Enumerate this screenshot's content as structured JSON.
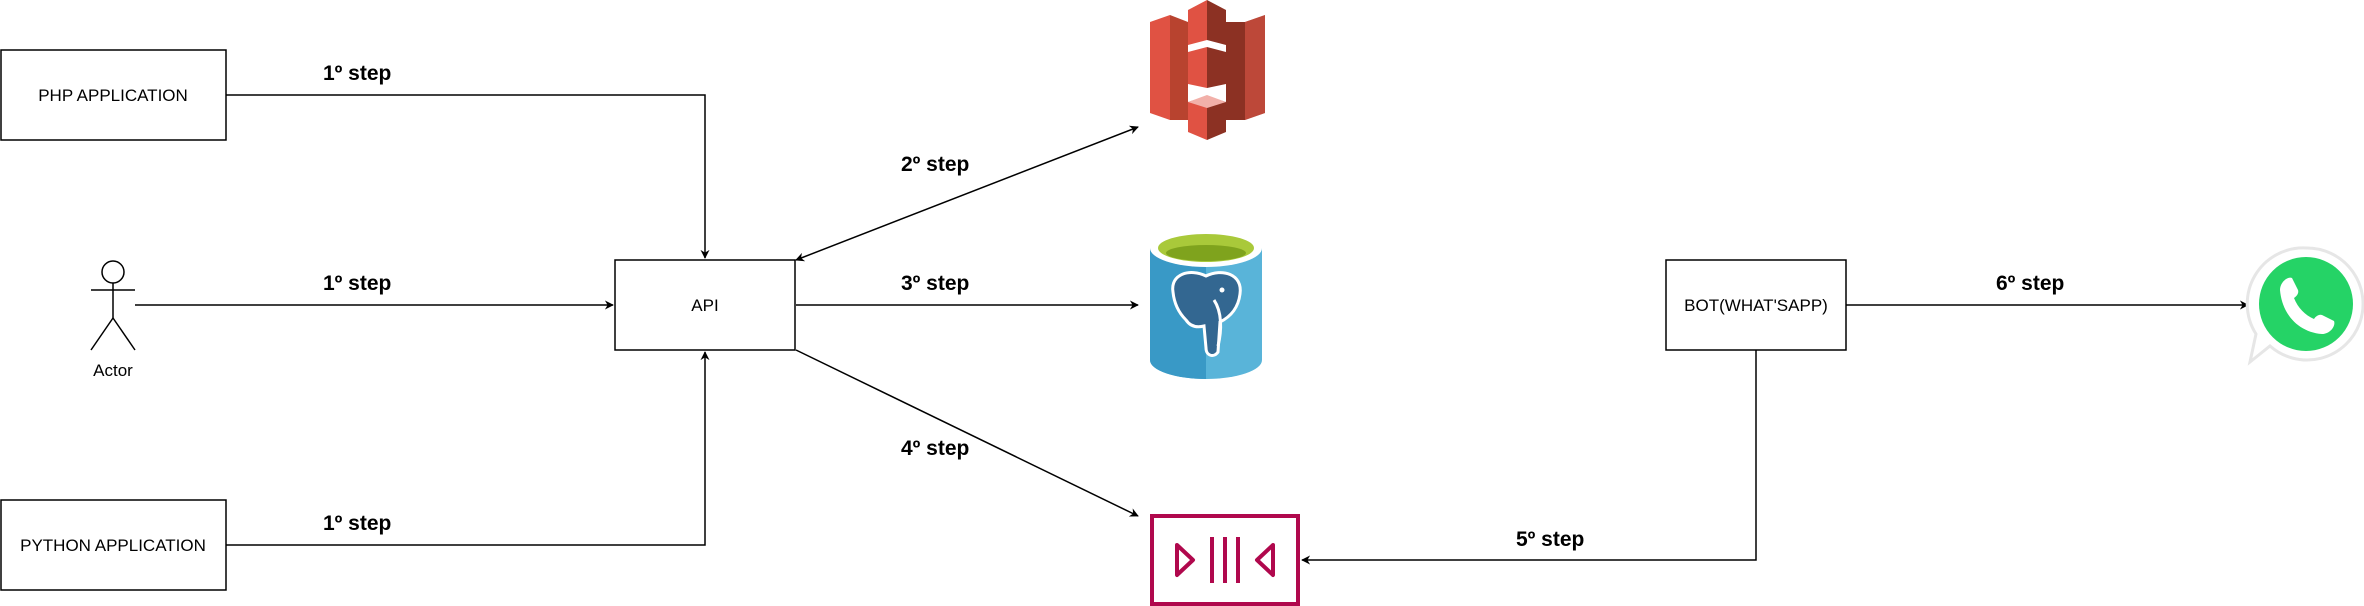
{
  "nodes": {
    "php_app": "PHP APPLICATION",
    "actor": "Actor",
    "python_app": "PYTHON APPLICATION",
    "api": "API",
    "bot": "BOT(WHAT'SAPP)"
  },
  "icons": {
    "s3": "aws-s3-bucket-icon",
    "postgres": "postgresql-database-icon",
    "queue": "message-queue-icon",
    "whatsapp": "whatsapp-icon"
  },
  "edges": {
    "php_to_api": "1º step",
    "actor_to_api": "1º step",
    "python_to_api": "1º step",
    "api_s3": "2º step",
    "api_postgres": "3º step",
    "api_queue": "4º step",
    "bot_queue": "5º step",
    "bot_whatsapp": "6º step"
  },
  "colors": {
    "s3_light": "#E05243",
    "s3_dark": "#8C3123",
    "pg_light": "#59B4D9",
    "pg_dark": "#3999C6",
    "pg_top": "#A9C93A",
    "pg_elephant": "#336791",
    "queue": "#B0084D",
    "whatsapp": "#25D366"
  }
}
